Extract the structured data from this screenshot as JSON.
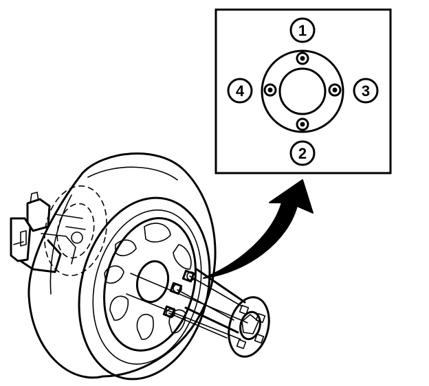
{
  "lug_sequence": {
    "top": "1",
    "bottom": "2",
    "right": "3",
    "left": "4"
  },
  "colors": {
    "line": "#000000",
    "background": "#ffffff"
  }
}
